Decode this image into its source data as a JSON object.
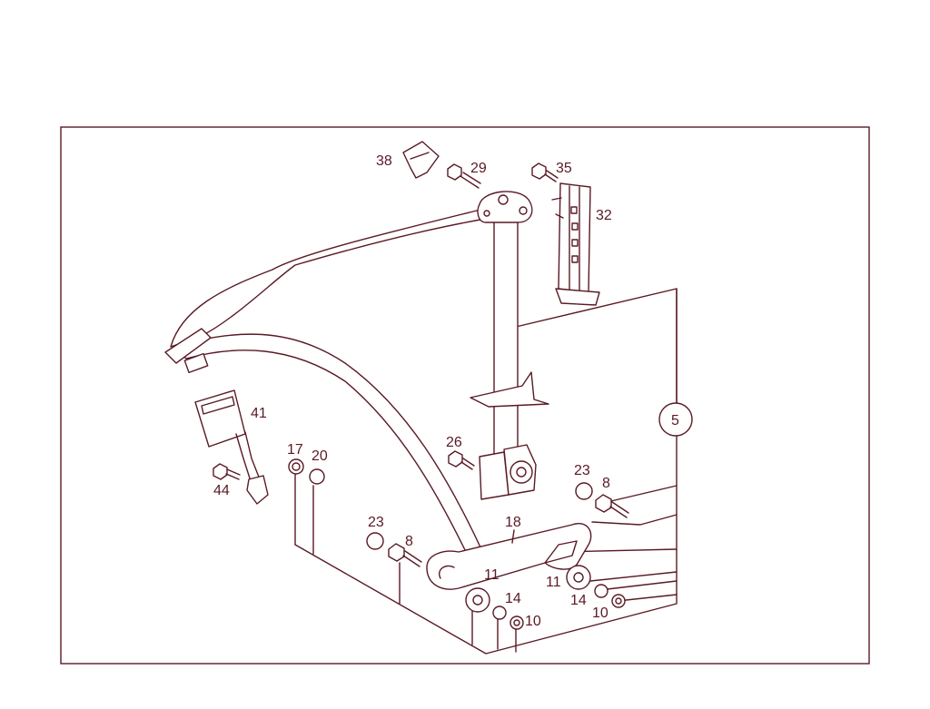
{
  "diagram": {
    "line_color": "#5a1a24",
    "background": "#ffffff",
    "callouts": {
      "c38": "38",
      "c29": "29",
      "c35": "35",
      "c32": "32",
      "c41": "41",
      "c5": "5",
      "c26": "26",
      "c17": "17",
      "c20": "20",
      "c44": "44",
      "c23a": "23",
      "c8a": "8",
      "c23b": "23",
      "c8b": "8",
      "c18": "18",
      "c11a": "11",
      "c11b": "11",
      "c14a": "14",
      "c14b": "14",
      "c10a": "10",
      "c10b": "10"
    }
  }
}
